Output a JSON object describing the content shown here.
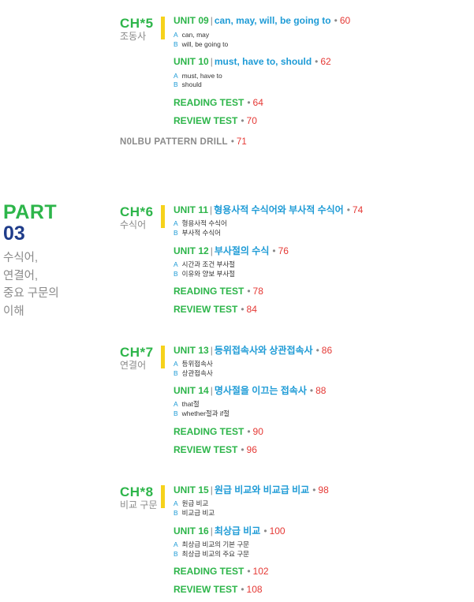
{
  "part": {
    "word": "PART",
    "number": "03",
    "description": "수식어,\n연결어,\n중요 구문의\n이해"
  },
  "chapters": [
    {
      "title": "CH*5",
      "subtitle": "조동사",
      "units": [
        {
          "label": "UNIT 09",
          "title": "can, may, will, be going to",
          "page": "60",
          "subs": [
            {
              "key": "A",
              "text": "can, may"
            },
            {
              "key": "B",
              "text": "will, be going to"
            }
          ]
        },
        {
          "label": "UNIT 10",
          "title": "must, have to, should",
          "page": "62",
          "subs": [
            {
              "key": "A",
              "text": "must, have to"
            },
            {
              "key": "B",
              "text": "should"
            }
          ]
        }
      ],
      "tests": [
        {
          "label": "READING TEST",
          "page": "64"
        },
        {
          "label": "REVIEW TEST",
          "page": "70"
        }
      ],
      "drill": {
        "label": "N0LBU PATTERN DRILL",
        "page": "71"
      }
    },
    {
      "title": "CH*6",
      "subtitle": "수식어",
      "units": [
        {
          "label": "UNIT 11",
          "title": "형용사적 수식어와 부사적 수식어",
          "page": "74",
          "subs": [
            {
              "key": "A",
              "text": "형용사적 수식어"
            },
            {
              "key": "B",
              "text": "부사적 수식어"
            }
          ]
        },
        {
          "label": "UNIT 12",
          "title": "부사절의 수식",
          "page": "76",
          "subs": [
            {
              "key": "A",
              "text": "시간과 조건 부사절"
            },
            {
              "key": "B",
              "text": "이유와 양보 부사절"
            }
          ]
        }
      ],
      "tests": [
        {
          "label": "READING TEST",
          "page": "78"
        },
        {
          "label": "REVIEW TEST",
          "page": "84"
        }
      ]
    },
    {
      "title": "CH*7",
      "subtitle": "연결어",
      "units": [
        {
          "label": "UNIT 13",
          "title": "등위접속사와 상관접속사",
          "page": "86",
          "subs": [
            {
              "key": "A",
              "text": "등위접속사"
            },
            {
              "key": "B",
              "text": "상관접속사"
            }
          ]
        },
        {
          "label": "UNIT 14",
          "title": "명사절을 이끄는 접속사",
          "page": "88",
          "subs": [
            {
              "key": "A",
              "text": "that절"
            },
            {
              "key": "B",
              "text": "whether절과 if절"
            }
          ]
        }
      ],
      "tests": [
        {
          "label": "READING TEST",
          "page": "90"
        },
        {
          "label": "REVIEW TEST",
          "page": "96"
        }
      ]
    },
    {
      "title": "CH*8",
      "subtitle": "비교 구문",
      "units": [
        {
          "label": "UNIT 15",
          "title": "원급 비교와 비교급 비교",
          "page": "98",
          "subs": [
            {
              "key": "A",
              "text": "원급 비교"
            },
            {
              "key": "B",
              "text": "비교급 비교"
            }
          ]
        },
        {
          "label": "UNIT 16",
          "title": "최상급 비교",
          "page": "100",
          "subs": [
            {
              "key": "A",
              "text": "최상급 비교의 기본 구문"
            },
            {
              "key": "B",
              "text": "최상급 비교의 주요 구문"
            }
          ]
        }
      ],
      "tests": [
        {
          "label": "READING TEST",
          "page": "102"
        },
        {
          "label": "REVIEW TEST",
          "page": "108"
        }
      ]
    }
  ],
  "colors": {
    "green": "#2db54a",
    "navy": "#1f3c8a",
    "blue": "#1e9bd6",
    "red": "#e53935",
    "yellow": "#f6d21b",
    "gray": "#8a8a8a"
  }
}
